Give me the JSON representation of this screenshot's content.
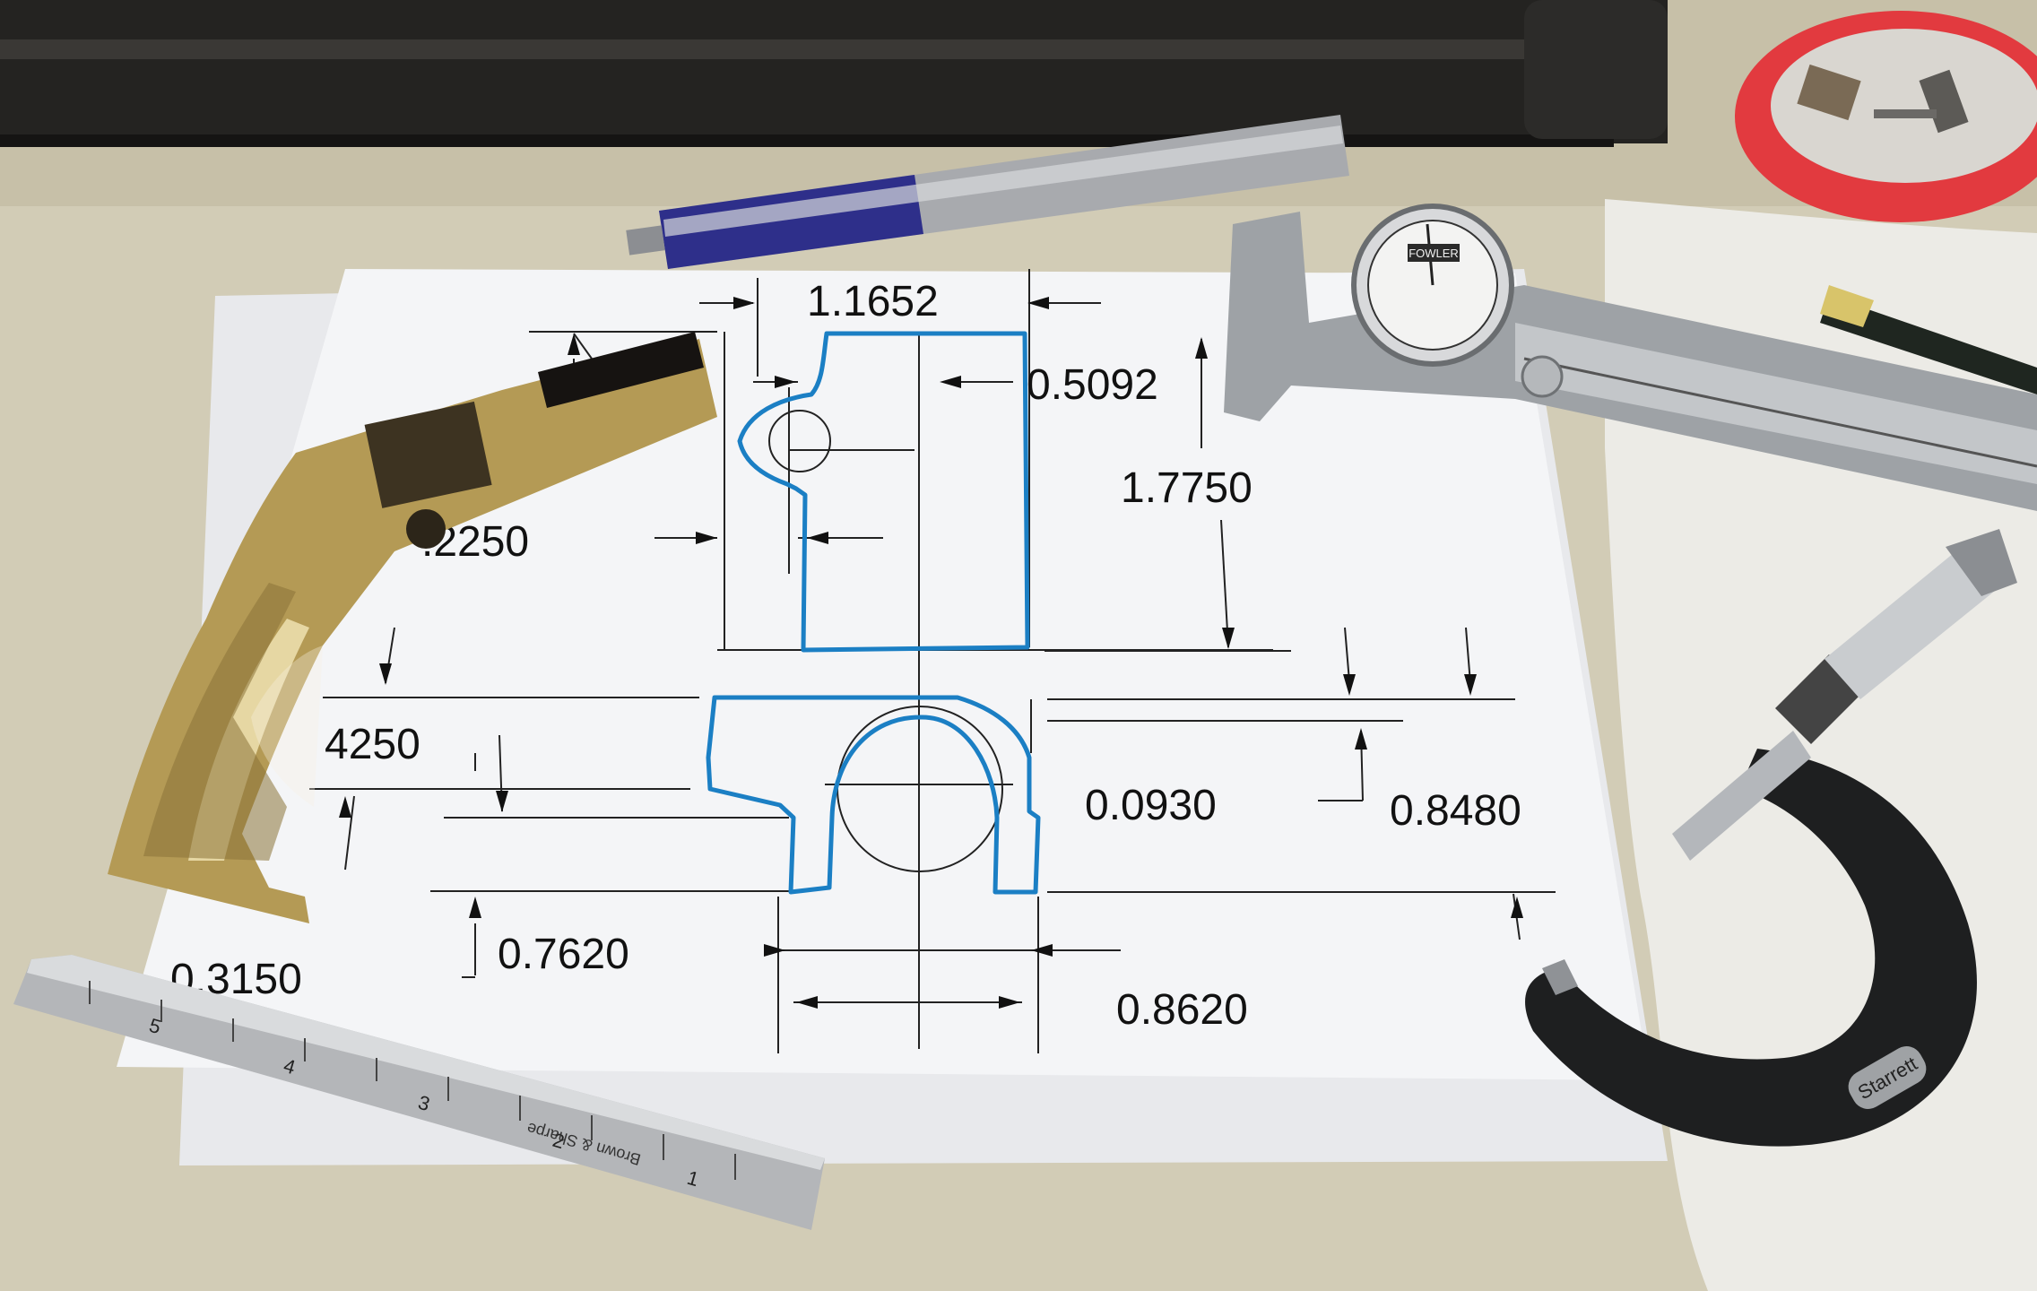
{
  "scene": {
    "description_colors": {
      "bench": "#d2ccb6",
      "paper": "#f4f5f7",
      "blue_marker": "#1b7fc4",
      "brass": "#b49a55",
      "steel": "#a9abae",
      "red_cap": "#e8333a",
      "towel": "#ecebe6"
    }
  },
  "drawing": {
    "labels": {
      "top_width": "1.1652",
      "right_offset": "0.5092",
      "height": "1.7750",
      "notch": ".2250",
      "left_height": "4250",
      "step": "0.0930",
      "total_height": "0.8480",
      "bottom_left": "0.3150",
      "slot_inner": "0.7620",
      "slot_outer": "0.8620"
    }
  },
  "tools": {
    "caliper_brand": "FOWLER",
    "micrometer_brand": "Starrett",
    "ruler_brand": "Brown & Sharpe",
    "ruler_numbers": [
      "1",
      "2",
      "3",
      "4",
      "5"
    ]
  }
}
